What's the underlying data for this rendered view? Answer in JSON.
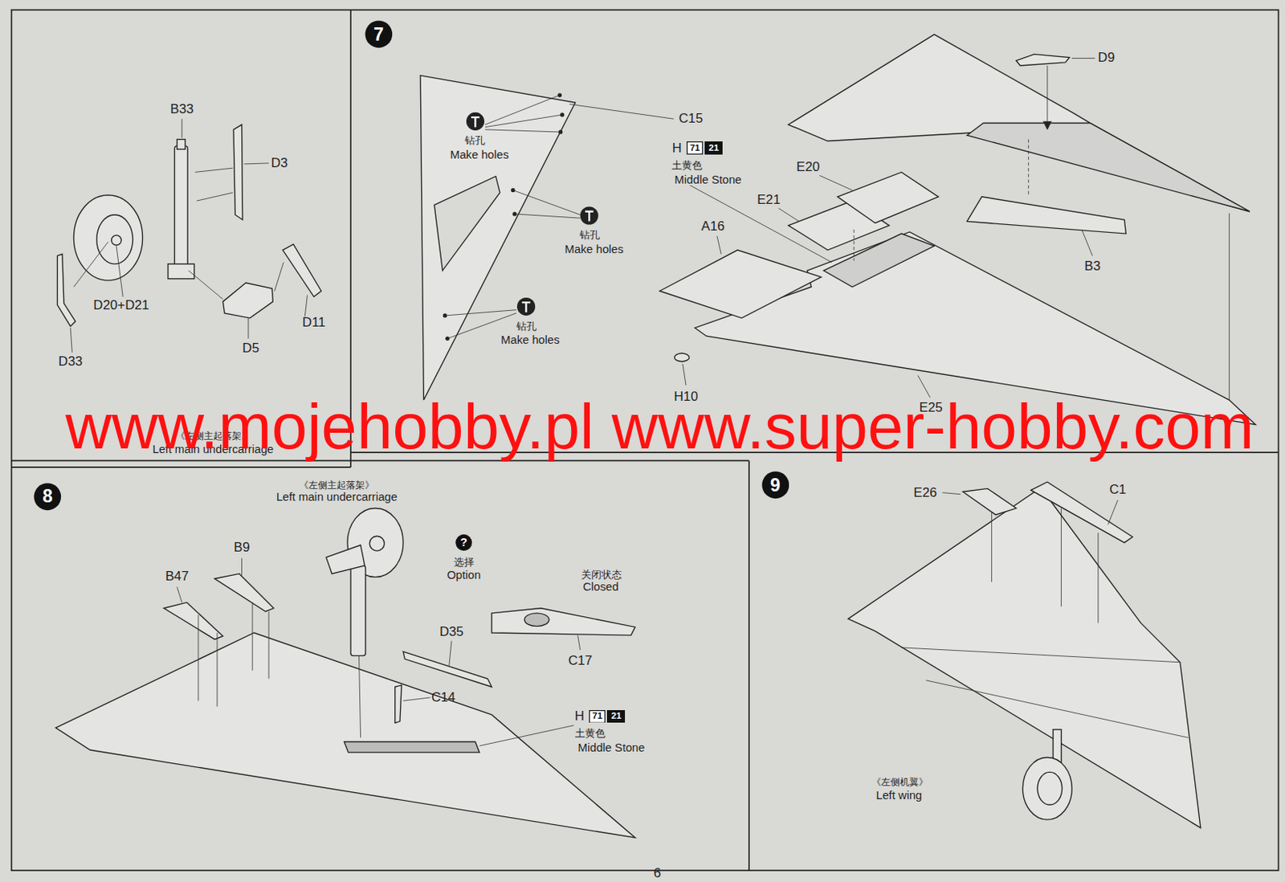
{
  "diagram": {
    "nodes": [
      {
        "text": [
          "7"
        ]
      },
      {
        "text": [
          "71"
        ]
      },
      {
        "text": [
          "21"
        ]
      },
      {
        "text": [
          "8"
        ]
      },
      {
        "text": [
          "?"
        ]
      },
      {
        "text": [
          "71"
        ]
      },
      {
        "text": [
          "21"
        ]
      },
      {
        "text": [
          "9"
        ]
      }
    ],
    "labels": [
      "B33",
      "D3",
      "D20+D21",
      "D11",
      "D5",
      "D33",
      "《左侧主起落架》",
      "Left main undercarriage",
      "钻孔",
      "Make holes",
      "钻孔",
      "Make holes",
      "钻孔",
      "Make holes",
      "C15",
      "H",
      "土黄色",
      "Middle Stone",
      "D9",
      "E20",
      "E21",
      "A16",
      "B3",
      "H10",
      "E25",
      "www.mojehobby.pl www.super-hobby.com",
      "《左侧主起落架》",
      "Left main undercarriage",
      "B47",
      "B9",
      "选择",
      "Option",
      "关闭状态",
      "Closed",
      "D35",
      "C17",
      "C14",
      "H",
      "土黄色",
      "Middle Stone",
      "E26",
      "C1",
      "《左侧机翼》",
      "Left wing",
      "6"
    ]
  }
}
